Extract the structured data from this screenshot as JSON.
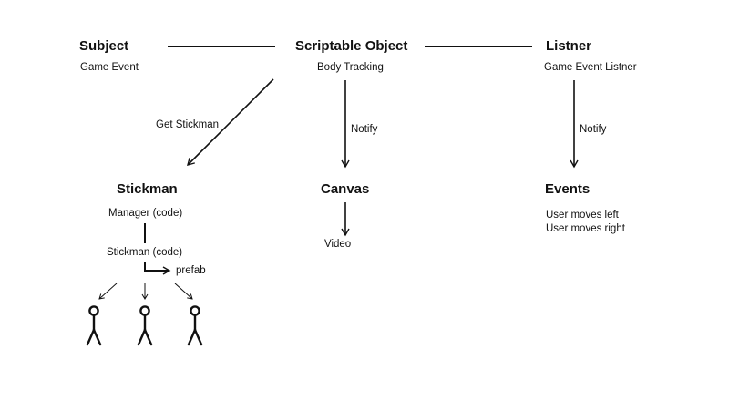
{
  "nodes": {
    "subject": {
      "title": "Subject",
      "subtitle": "Game Event"
    },
    "scriptable_object": {
      "title": "Scriptable Object",
      "subtitle": "Body Tracking"
    },
    "listner": {
      "title": "Listner",
      "subtitle": "Game Event Listner"
    },
    "stickman": {
      "title": "Stickman",
      "manager": "Manager (code)",
      "stickman_code": "Stickman (code)",
      "prefab": "prefab"
    },
    "canvas": {
      "title": "Canvas",
      "output": "Video"
    },
    "events": {
      "title": "Events",
      "items": [
        "User moves left",
        "User moves right"
      ]
    }
  },
  "edges": {
    "get_stickman": "Get Stickman",
    "notify_canvas": "Notify",
    "notify_events": "Notify"
  },
  "colors": {
    "ink": "#111111",
    "background": "#ffffff"
  }
}
